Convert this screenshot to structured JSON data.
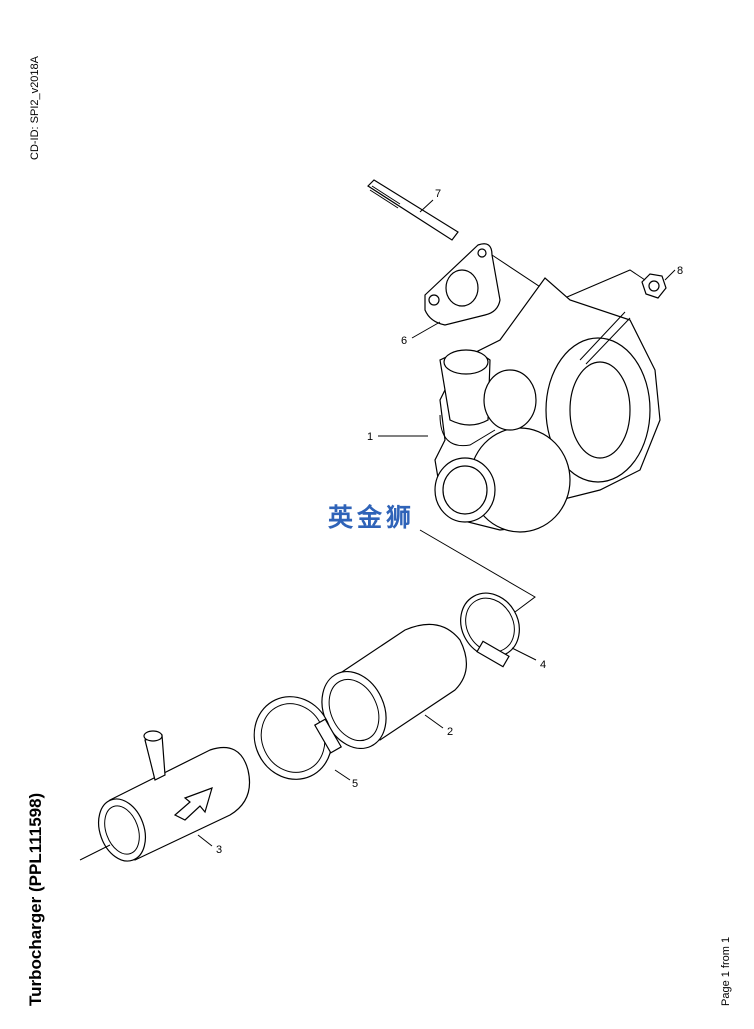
{
  "document": {
    "cd_id": "CD-ID: SPI2_v2018A",
    "title": "Turbocharger (PPL111598)",
    "page": "Page 1 from 1",
    "watermark": "英金狮"
  },
  "callouts": [
    {
      "id": "1",
      "text": "1"
    },
    {
      "id": "2",
      "text": "2"
    },
    {
      "id": "3",
      "text": "3"
    },
    {
      "id": "4",
      "text": "4"
    },
    {
      "id": "5",
      "text": "5"
    },
    {
      "id": "6",
      "text": "6"
    },
    {
      "id": "7",
      "text": "7"
    },
    {
      "id": "8",
      "text": "8"
    }
  ]
}
